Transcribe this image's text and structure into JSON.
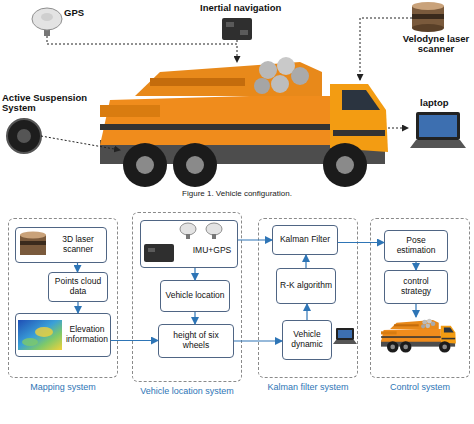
{
  "diagram": {
    "caption": "Figure 1. Vehicle configuration.",
    "nodes": [
      {
        "text": [
          "Mapping system"
        ]
      },
      {
        "text": [
          "3D laser scanner"
        ],
        "in": 0
      },
      {
        "text": [
          "Points cloud data"
        ],
        "in": 0
      },
      {
        "text": [
          "Elevation information"
        ],
        "in": 0
      },
      {
        "text": [
          "Vehicle location system"
        ]
      },
      {
        "text": [
          "IMU+GPS"
        ],
        "in": 4
      },
      {
        "text": [
          "Vehicle location"
        ],
        "in": 4
      },
      {
        "text": [
          "height of six wheels"
        ],
        "in": 4
      },
      {
        "text": [
          "Kalman filter system"
        ]
      },
      {
        "text": [
          "Kalman Filter"
        ],
        "in": 8
      },
      {
        "text": [
          "R-K algorithm"
        ],
        "in": 8
      },
      {
        "text": [
          "Vehicle dynamic"
        ],
        "in": 8
      },
      {
        "text": [
          "Control system"
        ]
      },
      {
        "text": [
          "Pose estimation"
        ],
        "in": 12
      },
      {
        "text": [
          "control strategy"
        ],
        "in": 12
      }
    ],
    "edges": [
      {
        "from": 1,
        "to": 2,
        "arrow": "to"
      },
      {
        "from": 2,
        "to": 3,
        "arrow": "to"
      },
      {
        "from": 5,
        "to": 6,
        "arrow": "to"
      },
      {
        "from": 6,
        "to": 7,
        "arrow": "to"
      },
      {
        "from": 3,
        "to": 7,
        "arrow": "to"
      },
      {
        "from": 5,
        "to": 9,
        "arrow": "to"
      },
      {
        "from": 7,
        "to": 11,
        "arrow": "to"
      },
      {
        "from": 11,
        "to": 10,
        "arrow": "to"
      },
      {
        "from": 10,
        "to": 9,
        "arrow": "to"
      },
      {
        "from": 9,
        "to": 13,
        "arrow": "to"
      },
      {
        "from": 13,
        "to": 14,
        "arrow": "to"
      }
    ],
    "labels": [
      "GPS",
      "Inertial navigation",
      "Velodyne laser scanner",
      "Active Suspension System",
      "laptop"
    ]
  }
}
